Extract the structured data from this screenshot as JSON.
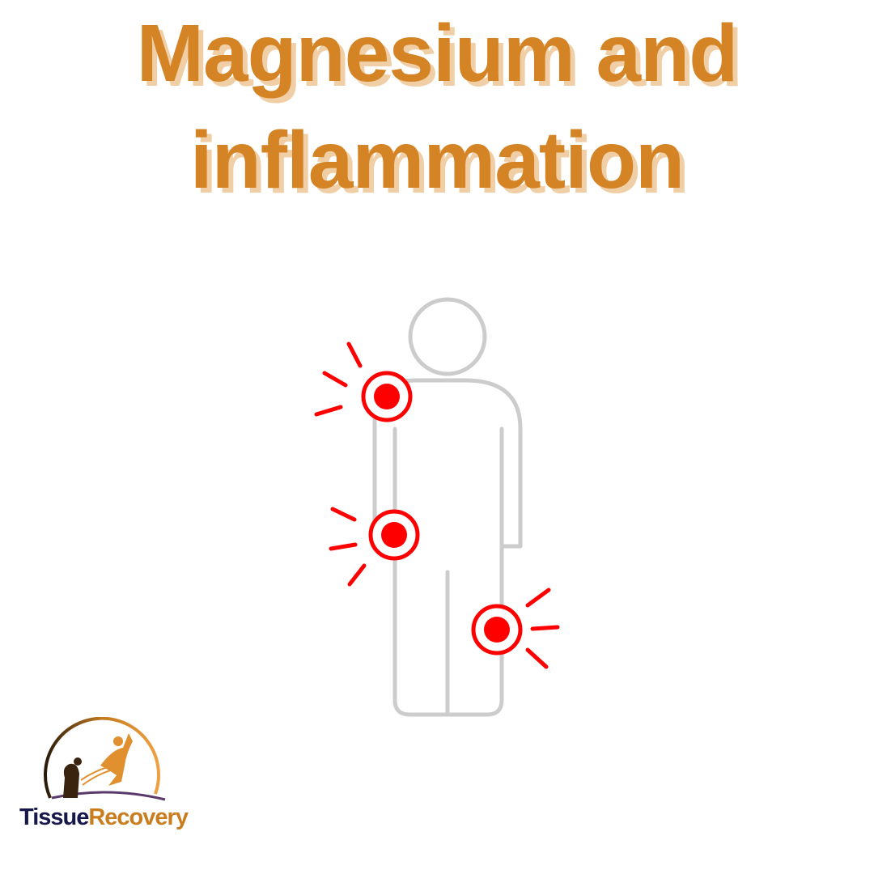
{
  "title": {
    "line1": "Magnesium and",
    "line2": "inflammation"
  },
  "colors": {
    "title": "#D58425",
    "title_shadow": "#F0CFA6",
    "figure": "#CCCCCC",
    "pain": "#FF0000"
  },
  "logo": {
    "part1": "Tissue",
    "part2": "Recovery"
  }
}
